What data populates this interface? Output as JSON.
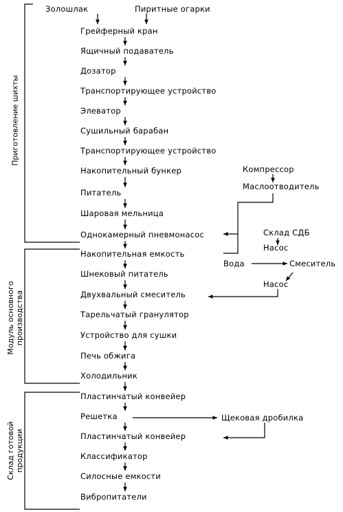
{
  "inputs": {
    "zolo": "Золошлак",
    "pirit": "Пиритные огарки"
  },
  "chain": [
    "Грейферный кран",
    "Ящичный подаватель",
    "Дозатор",
    "Транспортирующее устройство",
    "Элеватор",
    "Сушильный барабан",
    "Транспортирующее устройство",
    "Накопительный бункер",
    "Питатель",
    "Шаровая мельница",
    "Однокамерный пневмонасос",
    "Накопительная емкость",
    "Шнековый питатель",
    "Двухвальный смеситель",
    "Тарельчатый гранулятор",
    "Устройство для сушки",
    "Печь обжига",
    "Холодильник",
    "Пластинчатый конвейер",
    "Решетка",
    "Пластинчатый конвейер",
    "Классификатор",
    "Силосные емкости",
    "Вибропитатели"
  ],
  "side": {
    "compressor": "Компрессор",
    "oil_separator": "Маслоотводитель",
    "sdb_store": "Склад СДБ",
    "pump1": "Насос",
    "water": "Вода",
    "mixer": "Смеситель",
    "pump2": "Насос",
    "crusher": "Щековая дробилка"
  },
  "sections": [
    "Приготовление шихты",
    "Модуль основного производства",
    "Склад готовой продукции"
  ]
}
